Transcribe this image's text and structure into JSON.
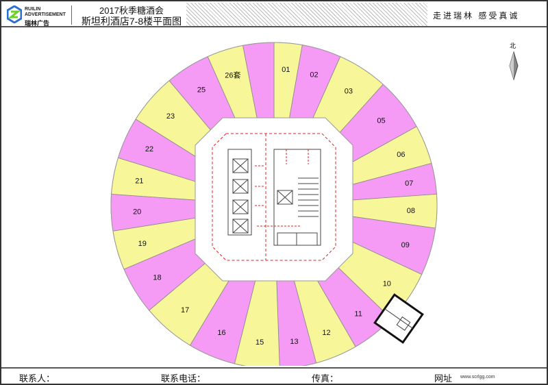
{
  "header": {
    "logo_en_1": "RUILIN",
    "logo_en_2": "ADVERTISEMENT",
    "logo_cn": "瑞林广告",
    "title_line1": "2017秋季糖酒会",
    "title_line2": "斯坦利酒店7-8楼平面图",
    "slogan": "走进瑞林  感受真诚"
  },
  "north_label": "北",
  "colors": {
    "pink": "#f59af5",
    "yellow": "#f7f79a",
    "red": "#e02020"
  },
  "units": [
    {
      "label": "01",
      "color": "yellow"
    },
    {
      "label": "02",
      "color": "pink"
    },
    {
      "label": "03",
      "color": "yellow"
    },
    {
      "label": "05",
      "color": "pink"
    },
    {
      "label": "06",
      "color": "yellow"
    },
    {
      "label": "07",
      "color": "pink"
    },
    {
      "label": "08",
      "color": "yellow"
    },
    {
      "label": "09",
      "color": "pink"
    },
    {
      "label": "10",
      "color": "yellow"
    },
    {
      "label": "11",
      "color": "pink"
    },
    {
      "label": "12",
      "color": "yellow"
    },
    {
      "label": "13",
      "color": "pink"
    },
    {
      "label": "15",
      "color": "yellow"
    },
    {
      "label": "16",
      "color": "pink"
    },
    {
      "label": "17",
      "color": "yellow"
    },
    {
      "label": "18",
      "color": "pink"
    },
    {
      "label": "19",
      "color": "yellow"
    },
    {
      "label": "20",
      "color": "pink"
    },
    {
      "label": "21",
      "color": "yellow"
    },
    {
      "label": "22",
      "color": "pink"
    },
    {
      "label": "23",
      "color": "yellow"
    },
    {
      "label": "25",
      "color": "pink"
    },
    {
      "label": "26套",
      "color": "yellow"
    },
    {
      "label": "",
      "color": "pink"
    }
  ],
  "footer": {
    "contact": "联系人：",
    "phone": "联系电话：",
    "fax": "传真：",
    "website_label": "网址",
    "website": "www.scrlgg.com"
  }
}
